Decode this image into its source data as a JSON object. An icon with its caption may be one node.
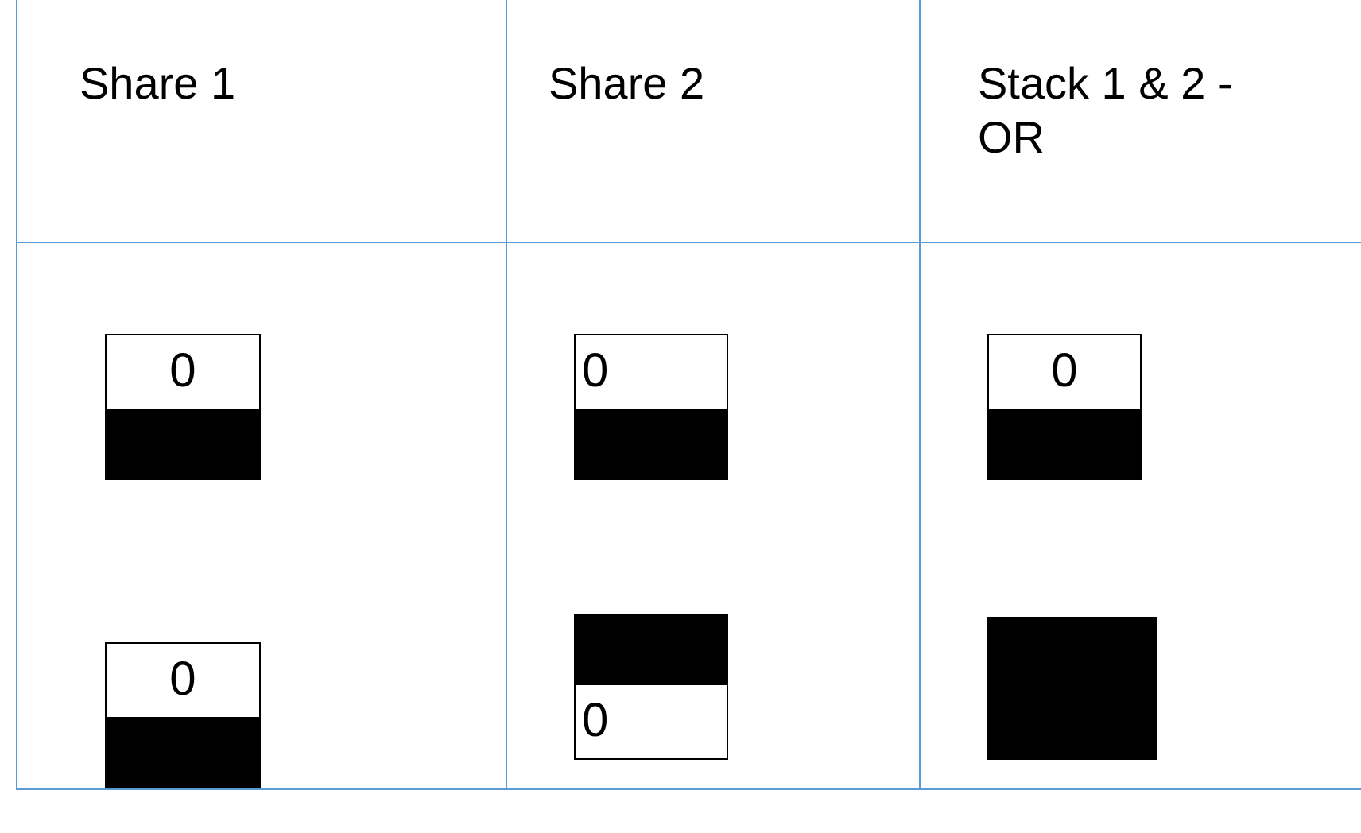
{
  "diagram": {
    "nodes": [
      {
        "text": [
          "0"
        ]
      },
      {
        "text": [
          "0"
        ]
      },
      {
        "text": [
          "0"
        ]
      },
      {
        "text": [
          "0"
        ]
      },
      {
        "text": [
          "0"
        ]
      },
      {
        "text": [],
        "shape": "box"
      }
    ],
    "labels": [
      "Share 1",
      "Share 2",
      "Stack 1 & 2 - OR"
    ]
  }
}
